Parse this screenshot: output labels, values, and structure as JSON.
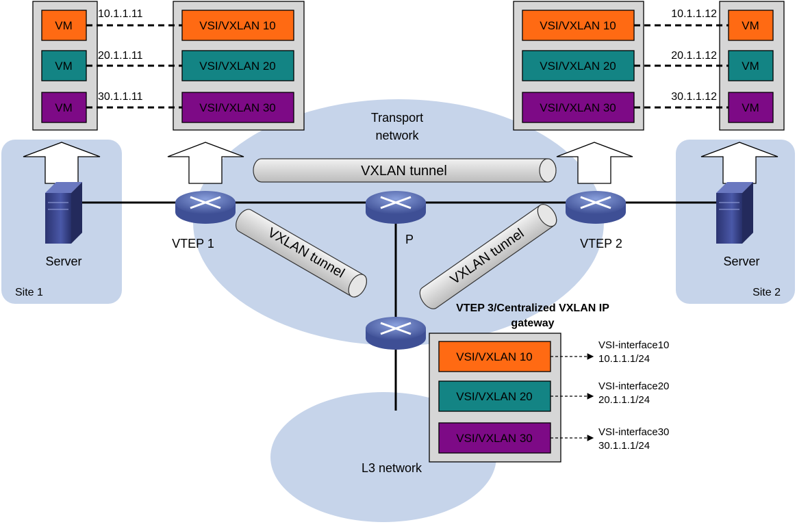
{
  "colors": {
    "cloud": "#c6d4ea",
    "site": "#c6d4ea",
    "panel": "#d6d6d6",
    "vxlan10": "#ff6a13",
    "vxlan20": "#138484",
    "vxlan30": "#7d0a86",
    "device": "#5a6fb5",
    "tunnel": "#d9d9d9"
  },
  "labels": {
    "transport_line1": "Transport",
    "transport_line2": "network",
    "l3_network": "L3 network",
    "site1": "Site 1",
    "site2": "Site 2",
    "server_left": "Server",
    "server_right": "Server",
    "vtep1": "VTEP 1",
    "vtep2": "VTEP 2",
    "p": "P",
    "gateway_line1": "VTEP 3/Centralized VXLAN IP",
    "gateway_line2": "gateway",
    "tunnel_top": "VXLAN tunnel",
    "tunnel_left": "VXLAN tunnel",
    "tunnel_right": "VXLAN tunnel"
  },
  "left_site": {
    "vms": [
      "VM",
      "VM",
      "VM"
    ],
    "vsis": [
      "VSI/VXLAN 10",
      "VSI/VXLAN 20",
      "VSI/VXLAN 30"
    ],
    "ips": [
      "10.1.1.11",
      "20.1.1.11",
      "30.1.1.11"
    ]
  },
  "right_site": {
    "vms": [
      "VM",
      "VM",
      "VM"
    ],
    "vsis": [
      "VSI/VXLAN 10",
      "VSI/VXLAN 20",
      "VSI/VXLAN 30"
    ],
    "ips": [
      "10.1.1.12",
      "20.1.1.12",
      "30.1.1.12"
    ]
  },
  "gateway": {
    "vsis": [
      "VSI/VXLAN 10",
      "VSI/VXLAN 20",
      "VSI/VXLAN 30"
    ],
    "interfaces": [
      {
        "name": "VSI-interface10",
        "address": "10.1.1.1/24"
      },
      {
        "name": "VSI-interface20",
        "address": "20.1.1.1/24"
      },
      {
        "name": "VSI-interface30",
        "address": "30.1.1.1/24"
      }
    ]
  }
}
